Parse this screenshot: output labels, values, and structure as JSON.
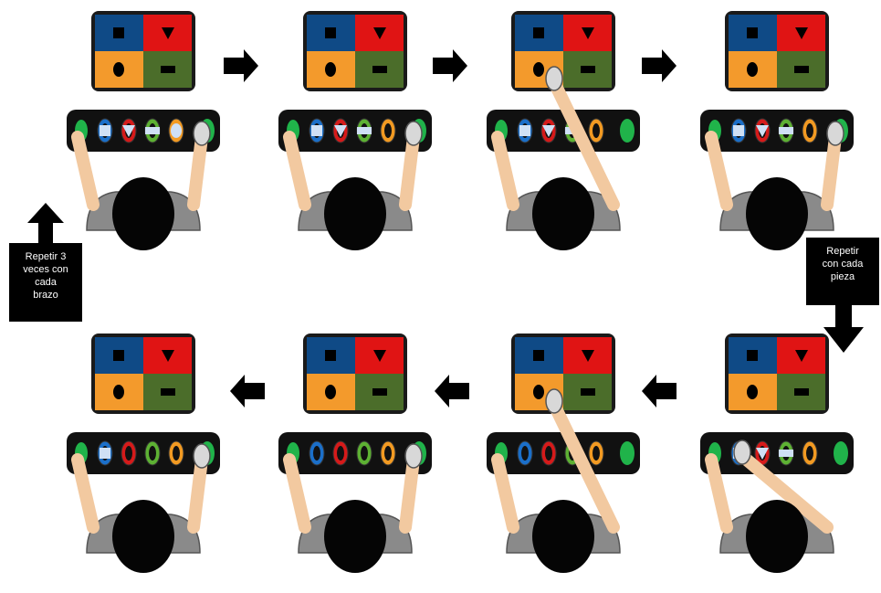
{
  "labels": {
    "repeat_arm": "Repetir 3\nveces con\ncada\nbrazo",
    "repeat_piece": "Repetir\ncon cada\npieza"
  },
  "colors": {
    "quadrant_blue": "#0f4a86",
    "quadrant_red": "#e01414",
    "quadrant_orange": "#f39a2c",
    "quadrant_green": "#4b6d2a",
    "tray": "#111111",
    "shirt": "#8a8a8a",
    "skin": "#f2c9a0",
    "hair": "#050505",
    "arrow": "#000000",
    "ring_blue": "#1b6fc9",
    "ring_red": "#d61a1a",
    "ring_green": "#5db133",
    "ring_orange": "#f29a22",
    "button_green": "#20b34a"
  },
  "steps": [
    {
      "board": [
        "square",
        "triangle",
        "circle",
        "rect"
      ],
      "rings": [
        "square",
        "triangle",
        "rect",
        "circle"
      ],
      "arm": "right"
    },
    {
      "board": [
        "square",
        "triangle",
        "circle",
        "rect"
      ],
      "rings": [
        "square",
        "triangle",
        "rect",
        "empty"
      ],
      "arm": "right"
    },
    {
      "board": [
        "square",
        "triangle",
        "circle",
        "rect"
      ],
      "rings": [
        "square",
        "triangle",
        "rect",
        "empty"
      ],
      "arm": "reach"
    },
    {
      "board": [
        "square",
        "triangle",
        "circle",
        "rect"
      ],
      "rings": [
        "square",
        "triangle",
        "rect",
        "empty"
      ],
      "arm": "right"
    },
    {
      "board": [
        "square",
        "triangle",
        "circle",
        "rect"
      ],
      "rings": [
        "square",
        "triangle",
        "rect",
        "empty"
      ],
      "arm": "left"
    },
    {
      "board": [
        "square",
        "triangle",
        "circle",
        "rect"
      ],
      "rings": [
        "empty",
        "empty",
        "empty",
        "empty"
      ],
      "arm": "reach"
    },
    {
      "board": [
        "square",
        "triangle",
        "circle",
        "rect"
      ],
      "rings": [
        "empty",
        "empty",
        "empty",
        "empty"
      ],
      "arm": "right"
    },
    {
      "board": [
        "square",
        "triangle",
        "circle",
        "rect"
      ],
      "rings": [
        "square",
        "empty",
        "empty",
        "empty"
      ],
      "arm": "right"
    }
  ]
}
